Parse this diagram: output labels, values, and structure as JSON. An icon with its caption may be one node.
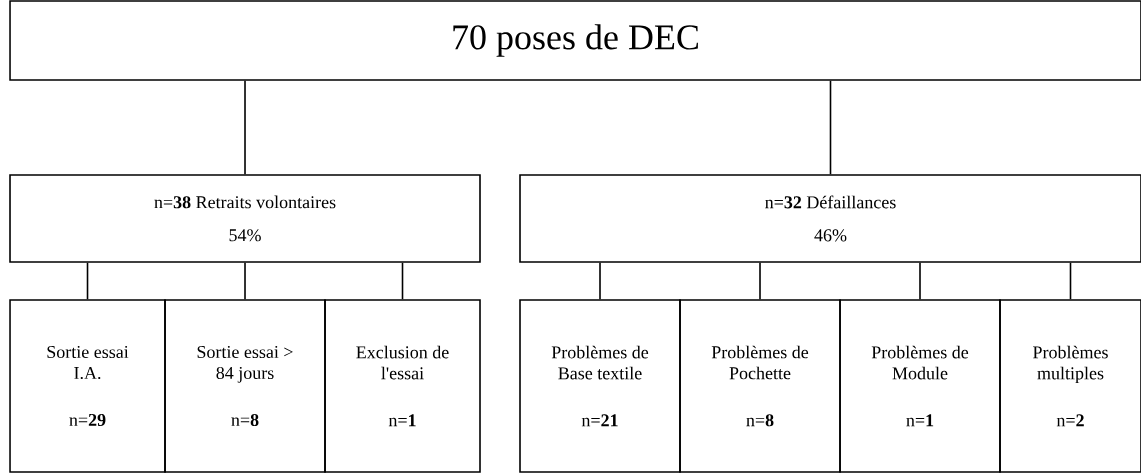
{
  "diagram": {
    "nodes": [
      {
        "text": [
          "70 poses de DEC"
        ]
      },
      {
        "text": [
          "n=**38** Retraits volontaires",
          "54%"
        ]
      },
      {
        "text": [
          "n=**32** Défaillances",
          "46%"
        ]
      },
      {
        "text": [
          "Sortie essai I.A.",
          "n=**29**"
        ]
      },
      {
        "text": [
          "Sortie essai > 84 jours",
          "n=**8**"
        ]
      },
      {
        "text": [
          "Exclusion de l'essai",
          "n=**1**"
        ]
      },
      {
        "text": [
          "Problèmes de Base textile",
          "n=**21**"
        ]
      },
      {
        "text": [
          "Problèmes de Pochette",
          "n=**8**"
        ]
      },
      {
        "text": [
          "Problèmes de Module",
          "n=**1**"
        ]
      },
      {
        "text": [
          "Problèmes multiples",
          "n=**2**"
        ]
      }
    ],
    "edges": [
      {
        "from": 0,
        "to": 1,
        "arrow": "none"
      },
      {
        "from": 0,
        "to": 2,
        "arrow": "none"
      },
      {
        "from": 1,
        "to": 3,
        "arrow": "none"
      },
      {
        "from": 1,
        "to": 4,
        "arrow": "none"
      },
      {
        "from": 1,
        "to": 5,
        "arrow": "none"
      },
      {
        "from": 2,
        "to": 6,
        "arrow": "none"
      },
      {
        "from": 2,
        "to": 7,
        "arrow": "none"
      },
      {
        "from": 2,
        "to": 8,
        "arrow": "none"
      },
      {
        "from": 2,
        "to": 9,
        "arrow": "none"
      }
    ]
  }
}
